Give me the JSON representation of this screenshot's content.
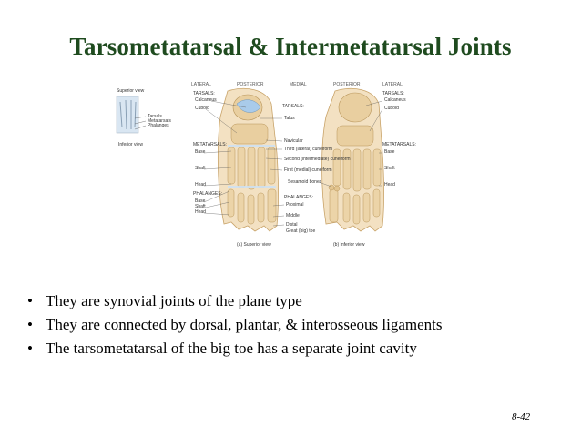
{
  "slide": {
    "title": "Tarsometatarsal & Intermetatarsal Joints",
    "page_number": "8-42"
  },
  "figure": {
    "inset": {
      "superior_view": "Superior view",
      "tarsals": "Tarsals",
      "metatarsals": "Metatarsals",
      "phalanges": "Phalanges",
      "inferior_view": "Inferior view"
    },
    "headers": {
      "lateral_left": "LATERAL",
      "posterior_left": "POSTERIOR",
      "medial": "MEDIAL",
      "posterior_right": "POSTERIOR",
      "lateral_right": "LATERAL"
    },
    "left_labels": {
      "tarsals": "TARSALS:",
      "calcaneus": "Calcaneus",
      "cuboid": "Cuboid",
      "metatarsals": "METATARSALS:",
      "base": "Base",
      "shaft": "Shaft",
      "head": "Head",
      "phalanges": "PHALANGES:",
      "ph_base": "Base",
      "ph_shaft": "Shaft",
      "ph_head": "Head"
    },
    "center_labels": {
      "tarsals": "TARSALS:",
      "talus": "Talus",
      "navicular": "Navicular",
      "third_cuneiform": "Third (lateral) cuneiform",
      "second_cuneiform": "Second (intermediate) cuneiform",
      "first_cuneiform": "First (medial) cuneiform",
      "sesamoid": "Sesamoid bones",
      "phalanges": "PHALANGES:",
      "proximal": "Proximal",
      "middle": "Middle",
      "distal": "Distal",
      "great_toe": "Great (big) toe"
    },
    "right_labels": {
      "tarsals": "TARSALS:",
      "calcaneus": "Calcaneus",
      "cuboid": "Cuboid",
      "metatarsals": "METATARSALS:",
      "base": "Base",
      "shaft": "Shaft",
      "head": "Head"
    },
    "captions": {
      "a": "(a) Superior view",
      "b": "(b) Inferior view"
    }
  },
  "bullets": [
    "They are synovial joints of the plane type",
    "They are connected by dorsal, plantar, & interosseous ligaments",
    "The tarsometatarsal of the big toe has a separate joint cavity"
  ],
  "bullet_symbol": "•",
  "colors": {
    "title": "#1f4b1f",
    "bone": "#e9cfa0",
    "bone_edge": "#b8955a",
    "joint_highlight": "#a9cbea"
  }
}
